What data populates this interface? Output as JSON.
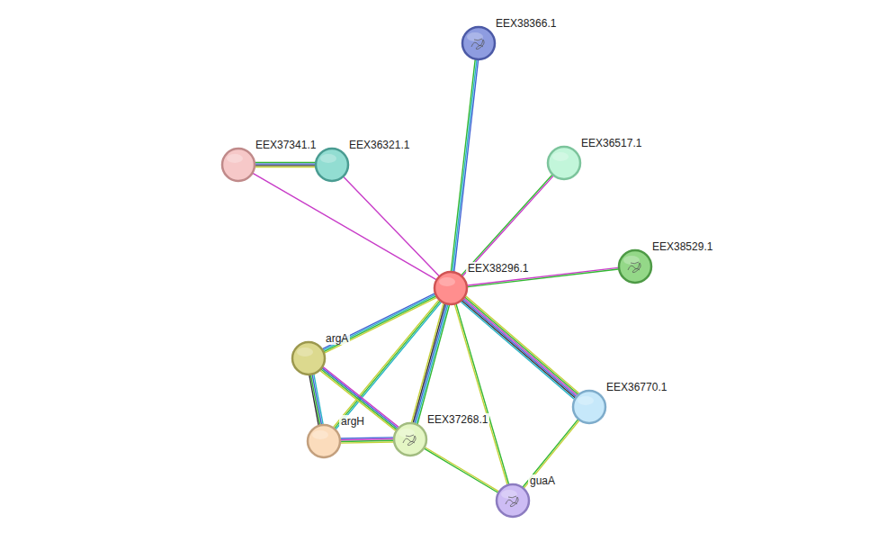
{
  "diagram": {
    "nodes": [
      {
        "text": [
          "EEX38366.1"
        ]
      },
      {
        "text": [
          "EEX37341.1"
        ]
      },
      {
        "text": [
          "EEX36321.1"
        ]
      },
      {
        "text": [
          "EEX36517.1"
        ]
      },
      {
        "text": [
          "EEX38296.1"
        ]
      },
      {
        "text": [
          "EEX38529.1"
        ]
      },
      {
        "text": [
          "argA"
        ]
      },
      {
        "text": [
          "EEX36770.1"
        ]
      },
      {
        "text": [
          "argH"
        ]
      },
      {
        "text": [
          "EEX37268.1"
        ]
      },
      {
        "text": [
          "guaA"
        ]
      }
    ],
    "edges": [
      {
        "from": 4,
        "to": 0,
        "arrow": "none"
      },
      {
        "from": 1,
        "to": 2,
        "arrow": "none"
      },
      {
        "from": 1,
        "to": 4,
        "arrow": "none"
      },
      {
        "from": 2,
        "to": 4,
        "arrow": "none"
      },
      {
        "from": 4,
        "to": 3,
        "arrow": "none"
      },
      {
        "from": 4,
        "to": 5,
        "arrow": "none"
      },
      {
        "from": 4,
        "to": 6,
        "arrow": "none"
      },
      {
        "from": 4,
        "to": 9,
        "arrow": "none"
      },
      {
        "from": 4,
        "to": 8,
        "arrow": "none"
      },
      {
        "from": 4,
        "to": 10,
        "arrow": "none"
      },
      {
        "from": 4,
        "to": 7,
        "arrow": "none"
      },
      {
        "from": 6,
        "to": 8,
        "arrow": "none"
      },
      {
        "from": 6,
        "to": 9,
        "arrow": "none"
      },
      {
        "from": 8,
        "to": 9,
        "arrow": "none"
      },
      {
        "from": 9,
        "to": 10,
        "arrow": "none"
      },
      {
        "from": 7,
        "to": 10,
        "arrow": "none"
      }
    ]
  }
}
